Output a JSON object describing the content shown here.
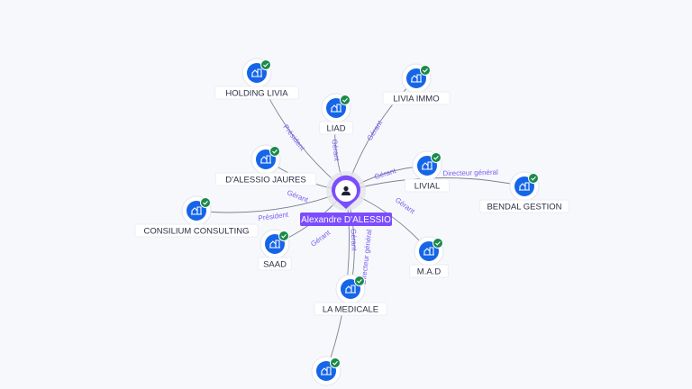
{
  "center": {
    "name": "Alexandre D'ALESSIO",
    "icon": "person-icon"
  },
  "colors": {
    "accent": "#7b4dff",
    "company": "#1565e8",
    "check": "#1a8a4a",
    "edge": "#7d8190",
    "edge_label": "#7b5cf0"
  },
  "nodes": [
    {
      "id": "holding-livia",
      "label": "HOLDING LIVIA",
      "relation": "Président",
      "verified": true
    },
    {
      "id": "liad",
      "label": "LIAD",
      "relation": "Gérant",
      "verified": true
    },
    {
      "id": "livia-immo",
      "label": "LIVIA IMMO",
      "relation": "Gérant",
      "verified": true
    },
    {
      "id": "dalessio-jaures",
      "label": "D'ALESSIO JAURES",
      "relation": "Gérant",
      "verified": true
    },
    {
      "id": "livial",
      "label": "LIVIAL",
      "relation": "Gérant",
      "verified": true
    },
    {
      "id": "bendal-gestion",
      "label": "BENDAL GESTION",
      "relation": "Directeur général",
      "verified": true
    },
    {
      "id": "consilium-consulting",
      "label": "CONSILIUM CONSULTING",
      "relation": "Président",
      "verified": true
    },
    {
      "id": "saad",
      "label": "SAAD",
      "relation": "Gérant",
      "verified": true
    },
    {
      "id": "mad",
      "label": "M.A.D",
      "relation": "Gérant",
      "verified": true
    },
    {
      "id": "la-medicale",
      "label": "LA MEDICALE",
      "relation": "Gérant",
      "verified": true
    },
    {
      "id": "unnamed-bottom",
      "label": "",
      "relation": "Directeur général",
      "verified": true
    }
  ]
}
